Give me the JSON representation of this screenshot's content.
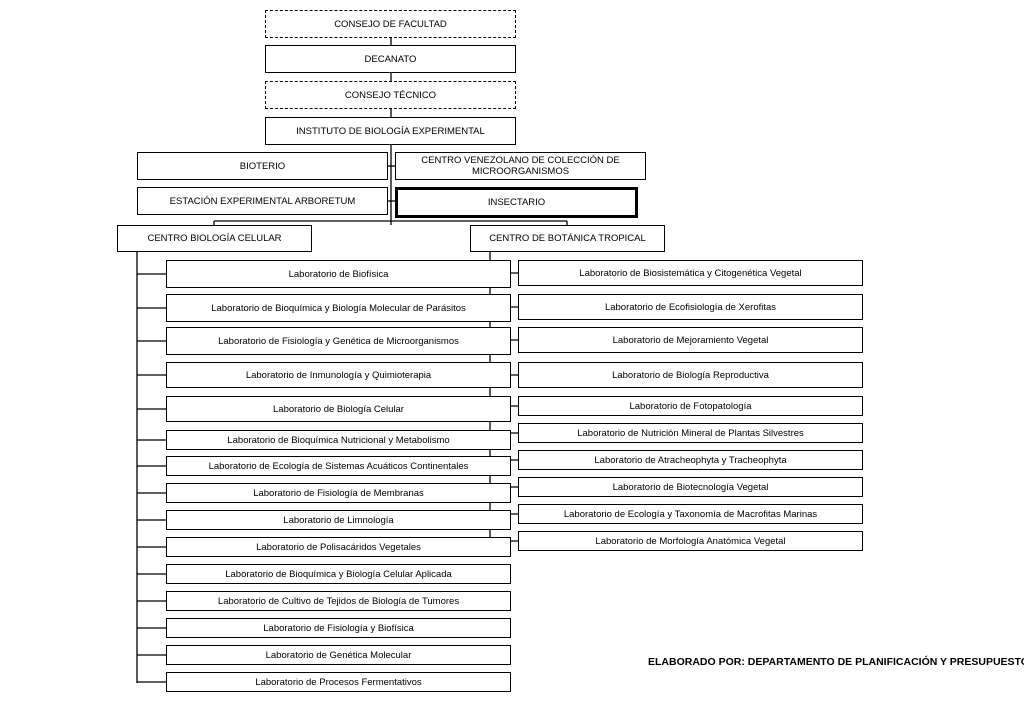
{
  "top": {
    "consejo_facultad": "CONSEJO DE FACULTAD",
    "decanato": "DECANATO",
    "consejo_tecnico": "CONSEJO TÉCNICO",
    "instituto": "INSTITUTO DE BIOLOGÍA EXPERIMENTAL"
  },
  "units": {
    "bioterio": "BIOTERIO",
    "centro_venezolano": "CENTRO VENEZOLANO DE COLECCIÓN DE MICROORGANISMOS",
    "estacion": "ESTACIÓN EXPERIMENTAL ARBORETUM",
    "insectario": "INSECTARIO"
  },
  "centers": {
    "celular": "CENTRO BIOLOGÍA CELULAR",
    "botanica": "CENTRO DE BOTÁNICA TROPICAL"
  },
  "left_labs": [
    "Laboratorio de Biofísica",
    "Laboratorio de Bioquímica y Biología Molecular de Parásitos",
    "Laboratorio de Fisiología y Genética de Microorganismos",
    "Laboratorio de Inmunología y Quimioterapia",
    "Laboratorio de Biología Celular",
    "Laboratorio de Bioquímica Nutricional y Metabolismo",
    "Laboratorio de Ecología de Sistemas Acuáticos Continentales",
    "Laboratorio de Fisiología de Membranas",
    "Laboratorio de Limnología",
    "Laboratorio de Polisacáridos Vegetales",
    "Laboratorio de Bioquímica y Biología Celular Aplicada",
    "Laboratorio de Cultivo de Tejidos de Biología de Tumores",
    "Laboratorio de Fisiología y Biofísica",
    "Laboratorio de Genética Molecular",
    "Laboratorio de Procesos Fermentativos"
  ],
  "right_labs": [
    "Laboratorio de Biosistemática y Citogenética Vegetal",
    "Laboratorio de Ecofisiología de Xerofitas",
    "Laboratorio de Mejoramiento Vegetal",
    "Laboratorio de Biología Reproductiva",
    "Laboratorio de Fotopatología",
    "Laboratorio de Nutrición Mineral de Plantas Silvestres",
    "Laboratorio de Atracheophyta y Tracheophyta",
    "Laboratorio de Biotecnología Vegetal",
    "Laboratorio de Ecología y Taxonomía de Macrofitas Marinas",
    "Laboratorio de Morfología Anatómica Vegetal"
  ],
  "credit": "ELABORADO POR: DEPARTAMENTO DE PLANIFICACIÓN Y PRESUPUESTO"
}
